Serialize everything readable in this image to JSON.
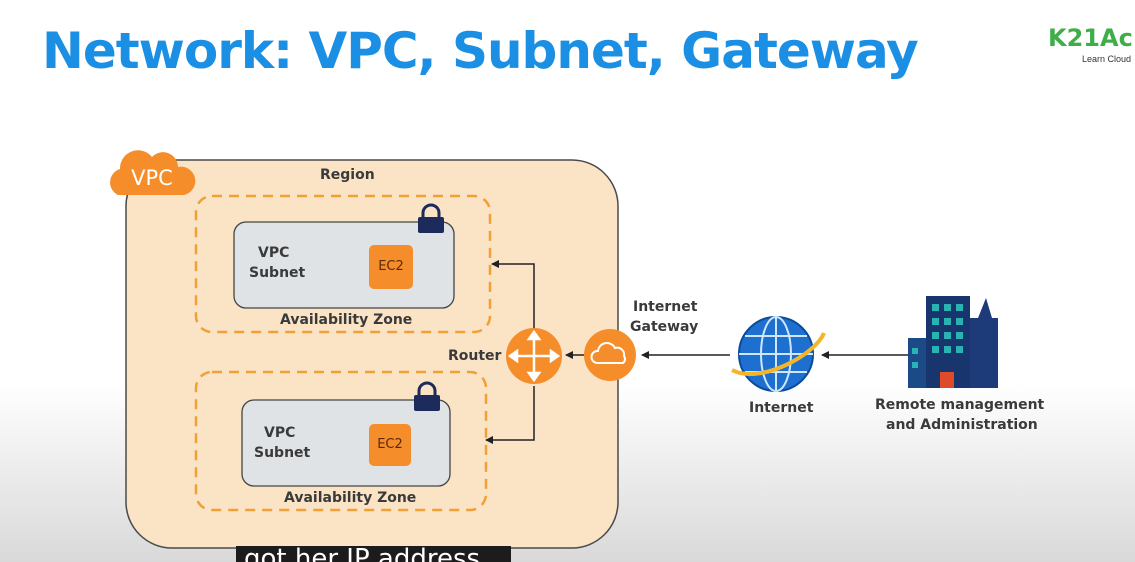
{
  "title": "Network: VPC, Subnet, Gateway",
  "logo": {
    "main": "K21Ac",
    "tagline": "Learn Cloud"
  },
  "diagram": {
    "vpc_badge": "VPC",
    "region_label": "Region",
    "zones": [
      {
        "label": "Availability Zone",
        "subnet_label_line1": "VPC",
        "subnet_label_line2": "Subnet",
        "instance": "EC2"
      },
      {
        "label": "Availability Zone",
        "subnet_label_line1": "VPC",
        "subnet_label_line2": "Subnet",
        "instance": "EC2"
      }
    ],
    "router_label": "Router",
    "gateway_label_line1": "Internet",
    "gateway_label_line2": "Gateway",
    "internet_label": "Internet",
    "remote_label_line1": "Remote management",
    "remote_label_line2": "and Administration"
  },
  "caption": "got her IP address",
  "colors": {
    "title": "#1a8fe3",
    "orange": "#f58d2a",
    "region_fill": "#fbe3c6",
    "subnet_fill": "#e0e3e6",
    "logo": "#3fae49"
  },
  "icons": [
    "cloud-icon",
    "lock-icon",
    "router-icon",
    "gateway-cloud-icon",
    "globe-icon",
    "buildings-icon"
  ]
}
